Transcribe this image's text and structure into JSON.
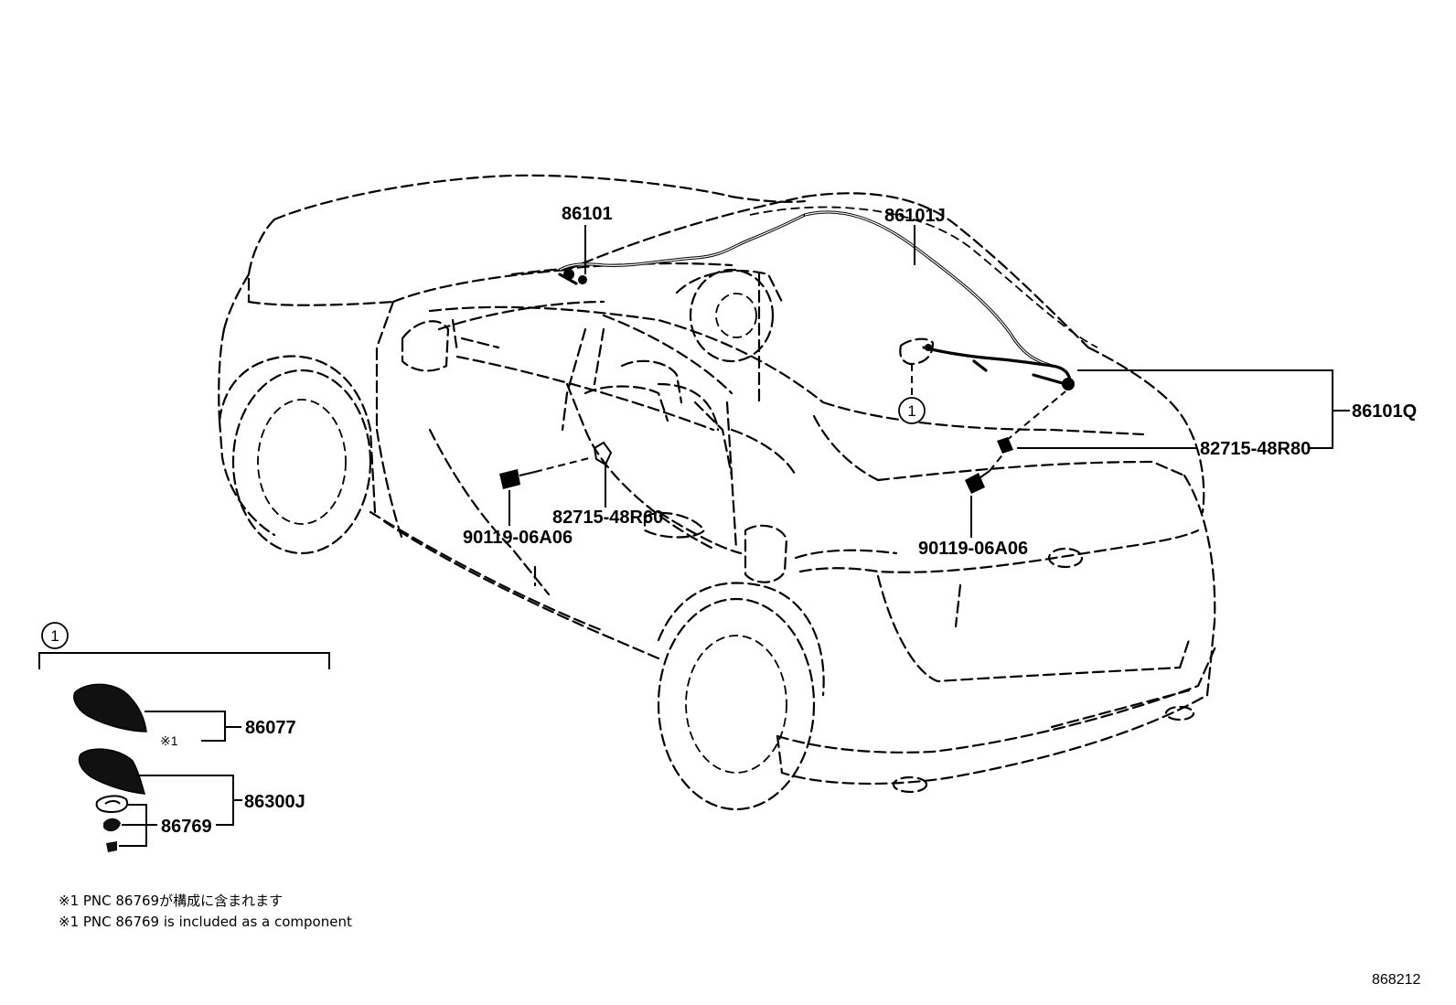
{
  "parts": {
    "p86101": "86101",
    "p86101J": "86101J",
    "p86101Q": "86101Q",
    "p82715_48R80": "82715-48R80",
    "p82715_48R60": "82715-48R60",
    "p90119_left": "90119-06A06",
    "p90119_right": "90119-06A06",
    "p86077": "86077",
    "p86300J": "86300J",
    "p86769": "86769"
  },
  "callout": {
    "ref_number": "1",
    "inset_ref_number": "1"
  },
  "markers": {
    "note_mark": "※1"
  },
  "notes": {
    "jp": "※1 PNC 86769が構成に含まれます",
    "en": "※1 PNC 86769 is included as a component"
  },
  "figure_id": "868212"
}
